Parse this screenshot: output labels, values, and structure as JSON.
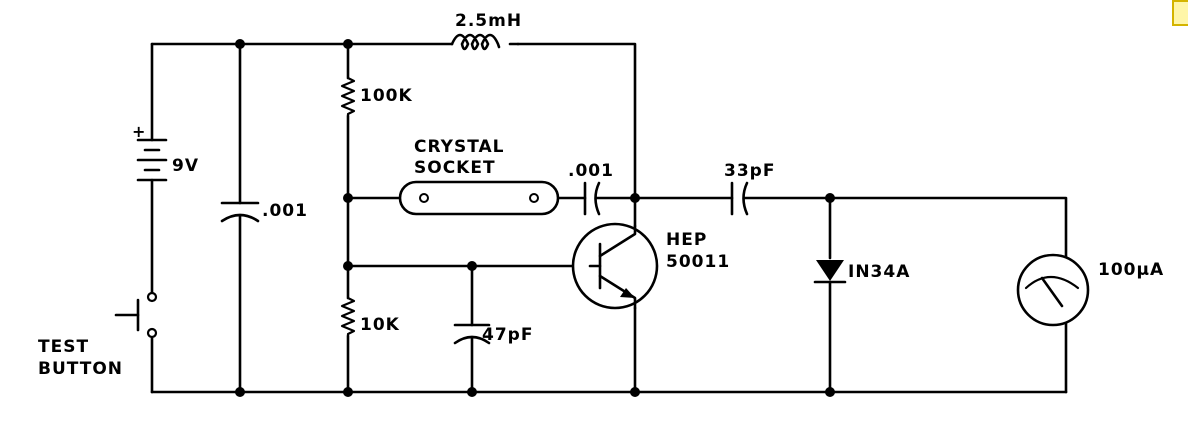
{
  "labels": {
    "inductor": "2.5mH",
    "r_top": "100K",
    "battery": "9V",
    "c_left": ".001",
    "crystal_line1": "CRYSTAL",
    "crystal_line2": "SOCKET",
    "c_mid": ".001",
    "c_out": "33pF",
    "transistor_line1": "HEP",
    "transistor_line2": "50011",
    "diode": "IN34A",
    "meter": "100μA",
    "r_bottom": "10K",
    "c_bottom": "47pF",
    "button_line1": "TEST",
    "button_line2": "BUTTON",
    "battery_plus": "+"
  },
  "colors": {
    "ink": "#000000",
    "paper": "#ffffff",
    "badge": "#fff6a8"
  }
}
